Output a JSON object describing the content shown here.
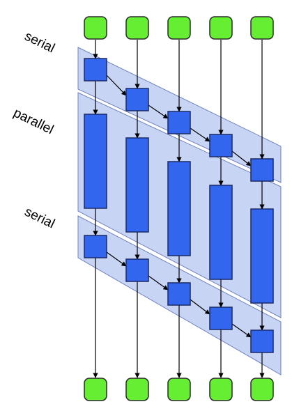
{
  "labels": {
    "serial_top": "serial",
    "parallel": "parallel",
    "serial_bottom": "serial"
  },
  "colors": {
    "node_fill": "#66ee33",
    "node_stroke": "#2a2a2a",
    "task_fill": "#3366ee",
    "task_stroke": "#1a2a66",
    "band_fill": "#c8d4f4",
    "band_stroke": "#6e82bf",
    "edge": "#000000"
  },
  "lanes": 5
}
